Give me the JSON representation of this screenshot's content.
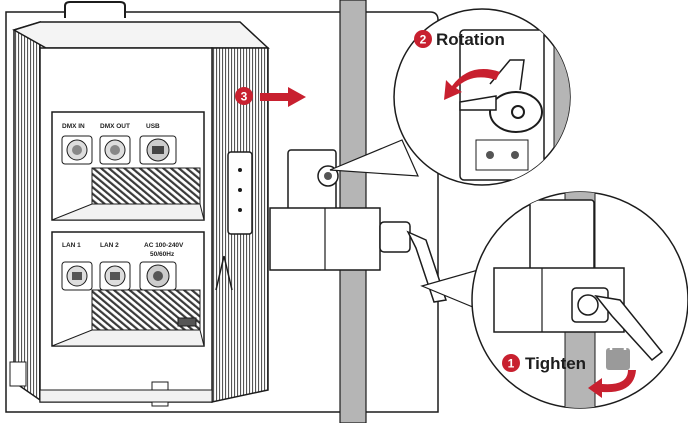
{
  "steps": [
    {
      "number": "1",
      "label": "Tighten",
      "color": "#c8202f"
    },
    {
      "number": "2",
      "label": "Rotation",
      "color": "#c8202f"
    },
    {
      "number": "3",
      "label": "",
      "color": "#c8202f"
    }
  ],
  "ports": {
    "dmx_in": "DMX IN",
    "dmx_out": "DMX OUT",
    "usb": "USB",
    "lan1": "LAN 1",
    "lan2": "LAN 2",
    "ac_line1": "AC 100-240V",
    "ac_line2": "50/60Hz"
  },
  "icons": {
    "lock": "lock-icon",
    "rotate_arrow": "curved-arrow-icon",
    "direction_arrow": "arrow-right-icon"
  },
  "colors": {
    "accent": "#c8202f",
    "pole": "#b5b5b5",
    "line": "#1c1c1c",
    "vent": "#3a3a3a"
  }
}
